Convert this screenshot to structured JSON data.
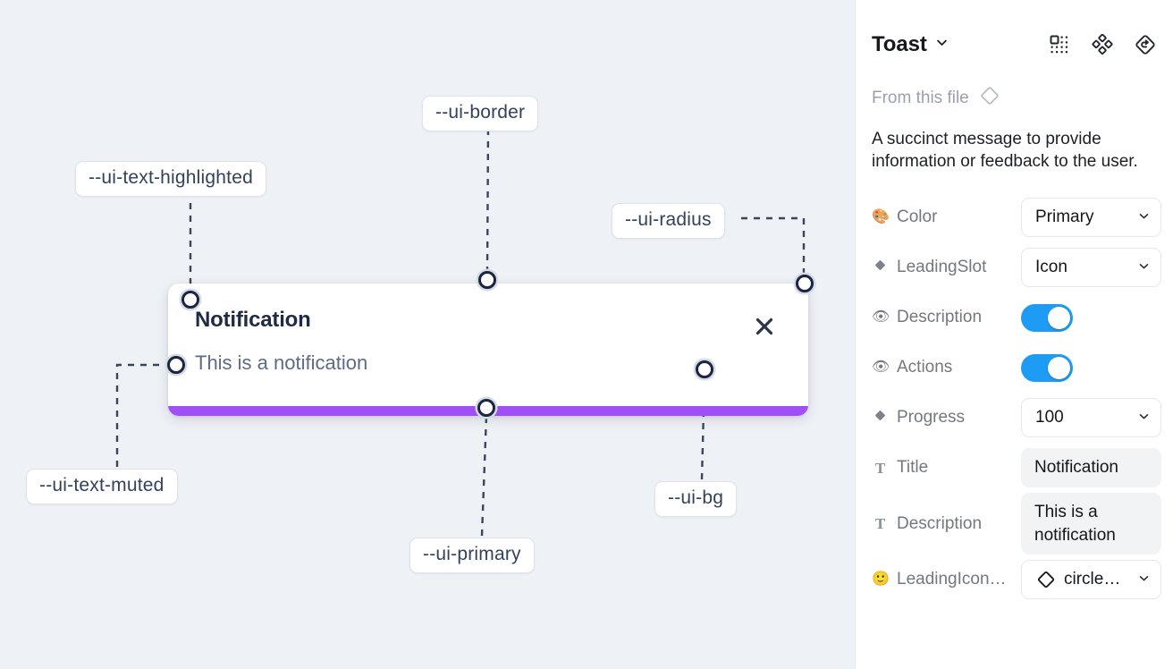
{
  "canvas": {
    "background_color": "#eef1f6",
    "toast": {
      "title": "Notification",
      "description": "This is a notification",
      "close_icon": "close-icon",
      "progress_color": "#a04ef6",
      "card_color": "#ffffff"
    },
    "annotations": [
      {
        "id": "ui-text-highlighted",
        "label": "--ui-text-highlighted"
      },
      {
        "id": "ui-border",
        "label": "--ui-border"
      },
      {
        "id": "ui-radius",
        "label": "--ui-radius"
      },
      {
        "id": "ui-text-muted",
        "label": "--ui-text-muted"
      },
      {
        "id": "ui-primary",
        "label": "--ui-primary"
      },
      {
        "id": "ui-bg",
        "label": "--ui-bg"
      }
    ]
  },
  "panel": {
    "title": "Toast",
    "title_chevron": "chevron-down-icon",
    "header_icons": [
      {
        "name": "component-instance-icon"
      },
      {
        "name": "component-icon"
      },
      {
        "name": "reset-instance-icon"
      }
    ],
    "from_this_file": {
      "label": "From this file",
      "icon": "diamond-icon"
    },
    "description": "A succinct message to provide information or feedback to the user.",
    "properties": [
      {
        "icon": "palette-emoji",
        "icon_glyph": "🎨",
        "label": "Color",
        "control": "select",
        "value": "Primary"
      },
      {
        "icon": "diamond-icon",
        "icon_glyph": "◆",
        "label": "LeadingSlot",
        "control": "select",
        "value": "Icon"
      },
      {
        "icon": "eye-emoji",
        "icon_glyph": "👁",
        "label": "Description",
        "control": "toggle",
        "value": "on"
      },
      {
        "icon": "eye-emoji",
        "icon_glyph": "👁",
        "label": "Actions",
        "control": "toggle",
        "value": "on"
      },
      {
        "icon": "diamond-icon",
        "icon_glyph": "◆",
        "label": "Progress",
        "control": "select",
        "value": "100"
      },
      {
        "icon": "text-icon",
        "icon_glyph": "T",
        "label": "Title",
        "control": "text",
        "value": "Notification"
      },
      {
        "icon": "text-icon",
        "icon_glyph": "T",
        "label": "Description",
        "control": "text",
        "value": "This is a notification"
      },
      {
        "icon": "smiley-emoji",
        "icon_glyph": "🙂",
        "label": "LeadingIcon…",
        "control": "select-icon",
        "value": "circle…"
      }
    ],
    "toggle_on_color": "#1e9bf5"
  }
}
